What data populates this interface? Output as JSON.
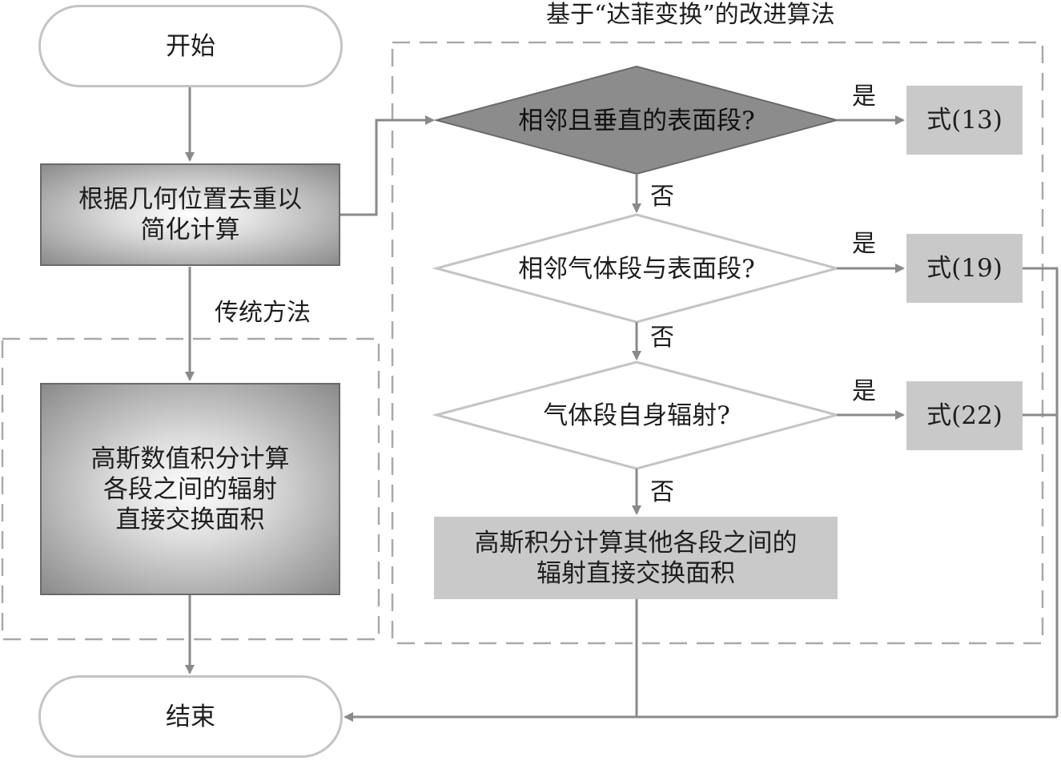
{
  "start": "开始",
  "end": "结束",
  "dedup_step": "根据几何位置去重以\n简化计算",
  "traditional": {
    "title": "传统方法",
    "step": "高斯数值积分计算\n各段之间的辐射\n直接交换面积"
  },
  "improved": {
    "title": "基于“达菲变换”的改进算法",
    "decisions": [
      {
        "question": "相邻且垂直的表面段?",
        "yes_label": "是",
        "no_label": "否",
        "result": "式(13)"
      },
      {
        "question": "相邻气体段与表面段?",
        "yes_label": "是",
        "no_label": "否",
        "result": "式(19)"
      },
      {
        "question": "气体段自身辐射?",
        "yes_label": "是",
        "no_label": "否",
        "result": "式(22)"
      }
    ],
    "fallback_step": "高斯积分计算其他各段之间的\n辐射直接交换面积"
  }
}
